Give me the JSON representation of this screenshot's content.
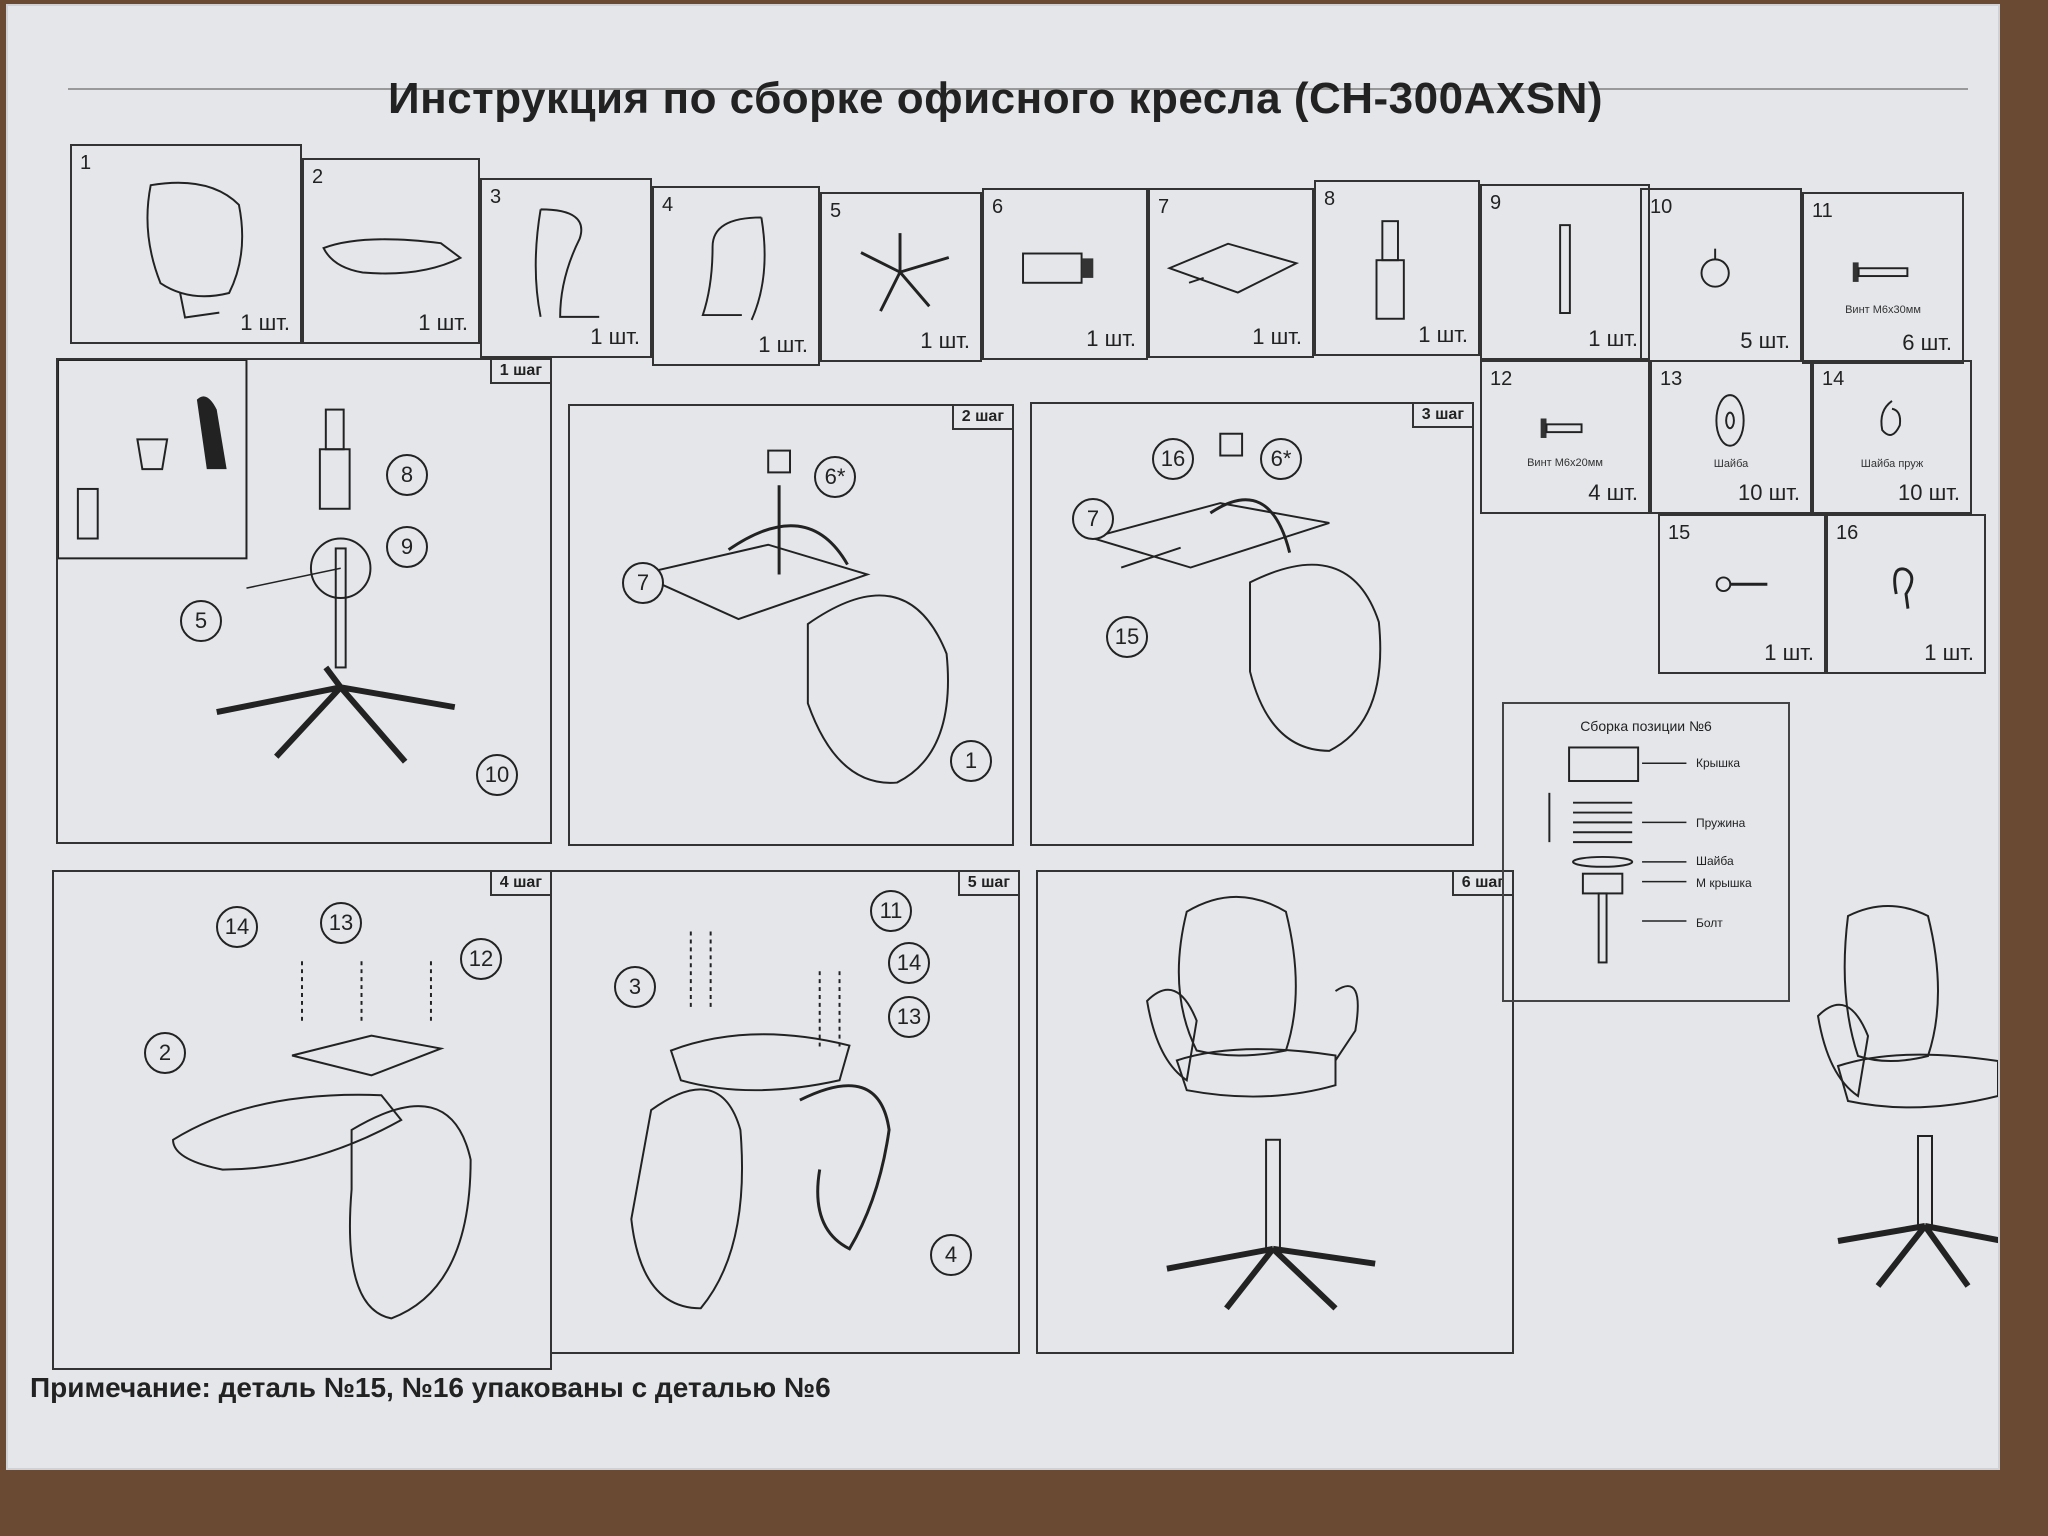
{
  "title": "Инструкция по сборке офисного кресла (CH-300AXSN)",
  "parts": [
    {
      "num": "1",
      "qty": "1 шт.",
      "label": "",
      "icon": "backrest-icon"
    },
    {
      "num": "2",
      "qty": "1 шт.",
      "label": "",
      "icon": "seat-icon"
    },
    {
      "num": "3",
      "qty": "1 шт.",
      "label": "",
      "icon": "armrest-left-icon"
    },
    {
      "num": "4",
      "qty": "1 шт.",
      "label": "",
      "icon": "armrest-right-icon"
    },
    {
      "num": "5",
      "qty": "1 шт.",
      "label": "",
      "icon": "star-base-icon"
    },
    {
      "num": "6",
      "qty": "1 шт.",
      "label": "",
      "icon": "knob-icon"
    },
    {
      "num": "7",
      "qty": "1 шт.",
      "label": "",
      "icon": "mechanism-plate-icon"
    },
    {
      "num": "8",
      "qty": "1 шт.",
      "label": "",
      "icon": "gas-lift-icon"
    },
    {
      "num": "9",
      "qty": "1 шт.",
      "label": "",
      "icon": "rod-icon"
    },
    {
      "num": "10",
      "qty": "5 шт.",
      "label": "",
      "icon": "caster-icon"
    },
    {
      "num": "11",
      "qty": "6 шт.",
      "label": "Винт М6х30мм",
      "icon": "screw-long-icon"
    },
    {
      "num": "12",
      "qty": "4 шт.",
      "label": "Винт М6х20мм",
      "icon": "screw-short-icon"
    },
    {
      "num": "13",
      "qty": "10 шт.",
      "label": "Шайба",
      "icon": "washer-icon"
    },
    {
      "num": "14",
      "qty": "10 шт.",
      "label": "Шайба пруж",
      "icon": "spring-washer-icon"
    },
    {
      "num": "15",
      "qty": "1 шт.",
      "label": "",
      "icon": "pin-icon"
    },
    {
      "num": "16",
      "qty": "1 шт.",
      "label": "",
      "icon": "clip-icon"
    }
  ],
  "steps": [
    {
      "label": "1 шаг",
      "callouts": [
        "8",
        "9",
        "5",
        "10"
      ]
    },
    {
      "label": "2 шаг",
      "callouts": [
        "6*",
        "7",
        "1"
      ]
    },
    {
      "label": "3 шаг",
      "callouts": [
        "16",
        "6*",
        "7",
        "15"
      ]
    },
    {
      "label": "4 шаг",
      "callouts": [
        "14",
        "13",
        "12",
        "2"
      ]
    },
    {
      "label": "5 шаг",
      "callouts": [
        "11",
        "3",
        "14",
        "13",
        "4"
      ]
    },
    {
      "label": "6 шаг",
      "callouts": []
    }
  ],
  "detail": {
    "title": "Сборка позиции №6",
    "labels": [
      "Крышка",
      "Пружина",
      "Шайба",
      "М крышка",
      "Болт"
    ]
  },
  "note": "Примечание: деталь №15, №16 упакованы с деталью №6"
}
